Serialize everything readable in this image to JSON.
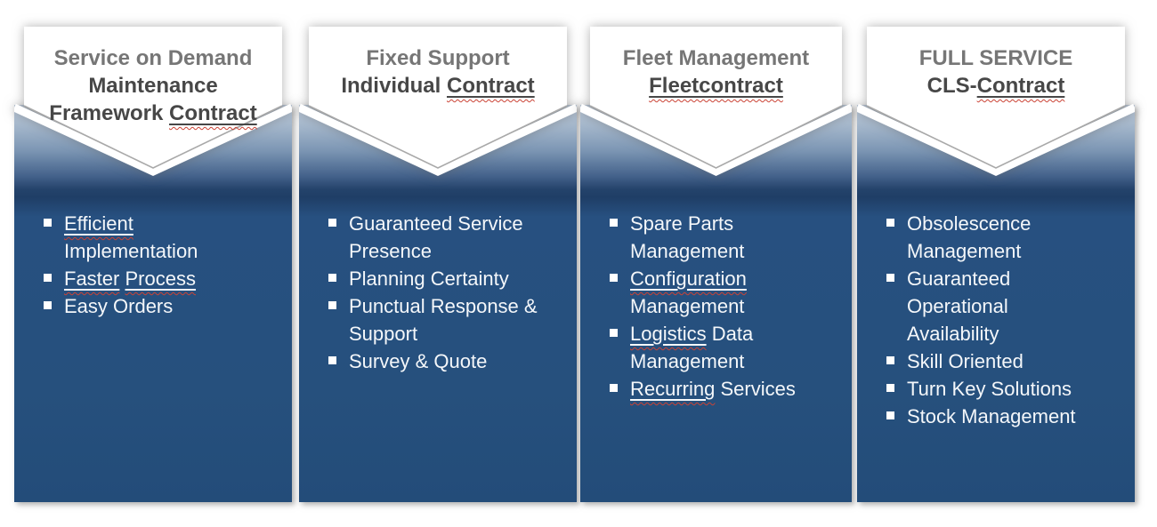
{
  "diagram": {
    "columns": [
      {
        "header": {
          "lines": [
            [
              {
                "t": "Service on Demand"
              }
            ],
            [
              {
                "t": "Maintenance"
              }
            ],
            [
              {
                "t": "Framework "
              },
              {
                "t": "Contract",
                "u": true
              }
            ]
          ]
        },
        "bullets": [
          {
            "lines": [
              [
                {
                  "t": "Efficient",
                  "u": true
                }
              ],
              [
                {
                  "t": "Implementation"
                }
              ]
            ]
          },
          {
            "lines": [
              [
                {
                  "t": "Faster",
                  "u": true
                },
                {
                  "t": " "
                },
                {
                  "t": "Process",
                  "u": true
                }
              ]
            ]
          },
          {
            "lines": [
              [
                {
                  "t": "Easy Orders"
                }
              ]
            ]
          }
        ]
      },
      {
        "header": {
          "lines": [
            [
              {
                "t": "Fixed Support"
              }
            ],
            [
              {
                "t": "Individual "
              },
              {
                "t": "Contract",
                "u": true
              }
            ]
          ]
        },
        "bullets": [
          {
            "lines": [
              [
                {
                  "t": "Guaranteed Service"
                }
              ],
              [
                {
                  "t": "Presence"
                }
              ]
            ]
          },
          {
            "lines": [
              [
                {
                  "t": "Planning Certainty"
                }
              ]
            ]
          },
          {
            "lines": [
              [
                {
                  "t": "Punctual Response &"
                }
              ],
              [
                {
                  "t": "Support"
                }
              ]
            ]
          },
          {
            "lines": [
              [
                {
                  "t": "Survey & Quote"
                }
              ]
            ]
          }
        ]
      },
      {
        "header": {
          "lines": [
            [
              {
                "t": "Fleet Management"
              }
            ],
            [
              {
                "t": "Fleetcontract",
                "u": true
              }
            ]
          ]
        },
        "bullets": [
          {
            "lines": [
              [
                {
                  "t": "Spare Parts"
                }
              ],
              [
                {
                  "t": "Management"
                }
              ]
            ]
          },
          {
            "lines": [
              [
                {
                  "t": "Configuration",
                  "u": true
                }
              ],
              [
                {
                  "t": "Management"
                }
              ]
            ]
          },
          {
            "lines": [
              [
                {
                  "t": "Logistics",
                  "u": true
                },
                {
                  "t": " Data"
                }
              ],
              [
                {
                  "t": "Management"
                }
              ]
            ]
          },
          {
            "lines": [
              [
                {
                  "t": "Recurring",
                  "u": true
                },
                {
                  "t": " Services"
                }
              ]
            ]
          }
        ]
      },
      {
        "header": {
          "lines": [
            [
              {
                "t": "FULL SERVICE"
              }
            ],
            [
              {
                "t": "CLS-"
              },
              {
                "t": "Contract",
                "u": true
              }
            ]
          ]
        },
        "bullets": [
          {
            "lines": [
              [
                {
                  "t": "Obsolescence"
                }
              ],
              [
                {
                  "t": "Management"
                }
              ]
            ]
          },
          {
            "lines": [
              [
                {
                  "t": "Guaranteed"
                }
              ],
              [
                {
                  "t": "Operational"
                }
              ],
              [
                {
                  "t": "Availability"
                }
              ]
            ]
          },
          {
            "lines": [
              [
                {
                  "t": "Skill Oriented"
                }
              ]
            ]
          },
          {
            "lines": [
              [
                {
                  "t": "Turn Key Solutions"
                }
              ]
            ]
          },
          {
            "lines": [
              [
                {
                  "t": "Stock Management"
                }
              ]
            ]
          }
        ]
      }
    ],
    "colors": {
      "panel_blue_main": "#27507e",
      "panel_blue_dark": "#1f3e66",
      "panel_blue_light_top": "#bccadb",
      "header_text_primary": "#767676",
      "header_text_secondary": "#474747",
      "bullet_text": "#f4f7fa",
      "spellcheck_red": "#cb4335",
      "banner_white": "#ffffff",
      "banner_edge_gray": "#a9a9a9"
    }
  }
}
